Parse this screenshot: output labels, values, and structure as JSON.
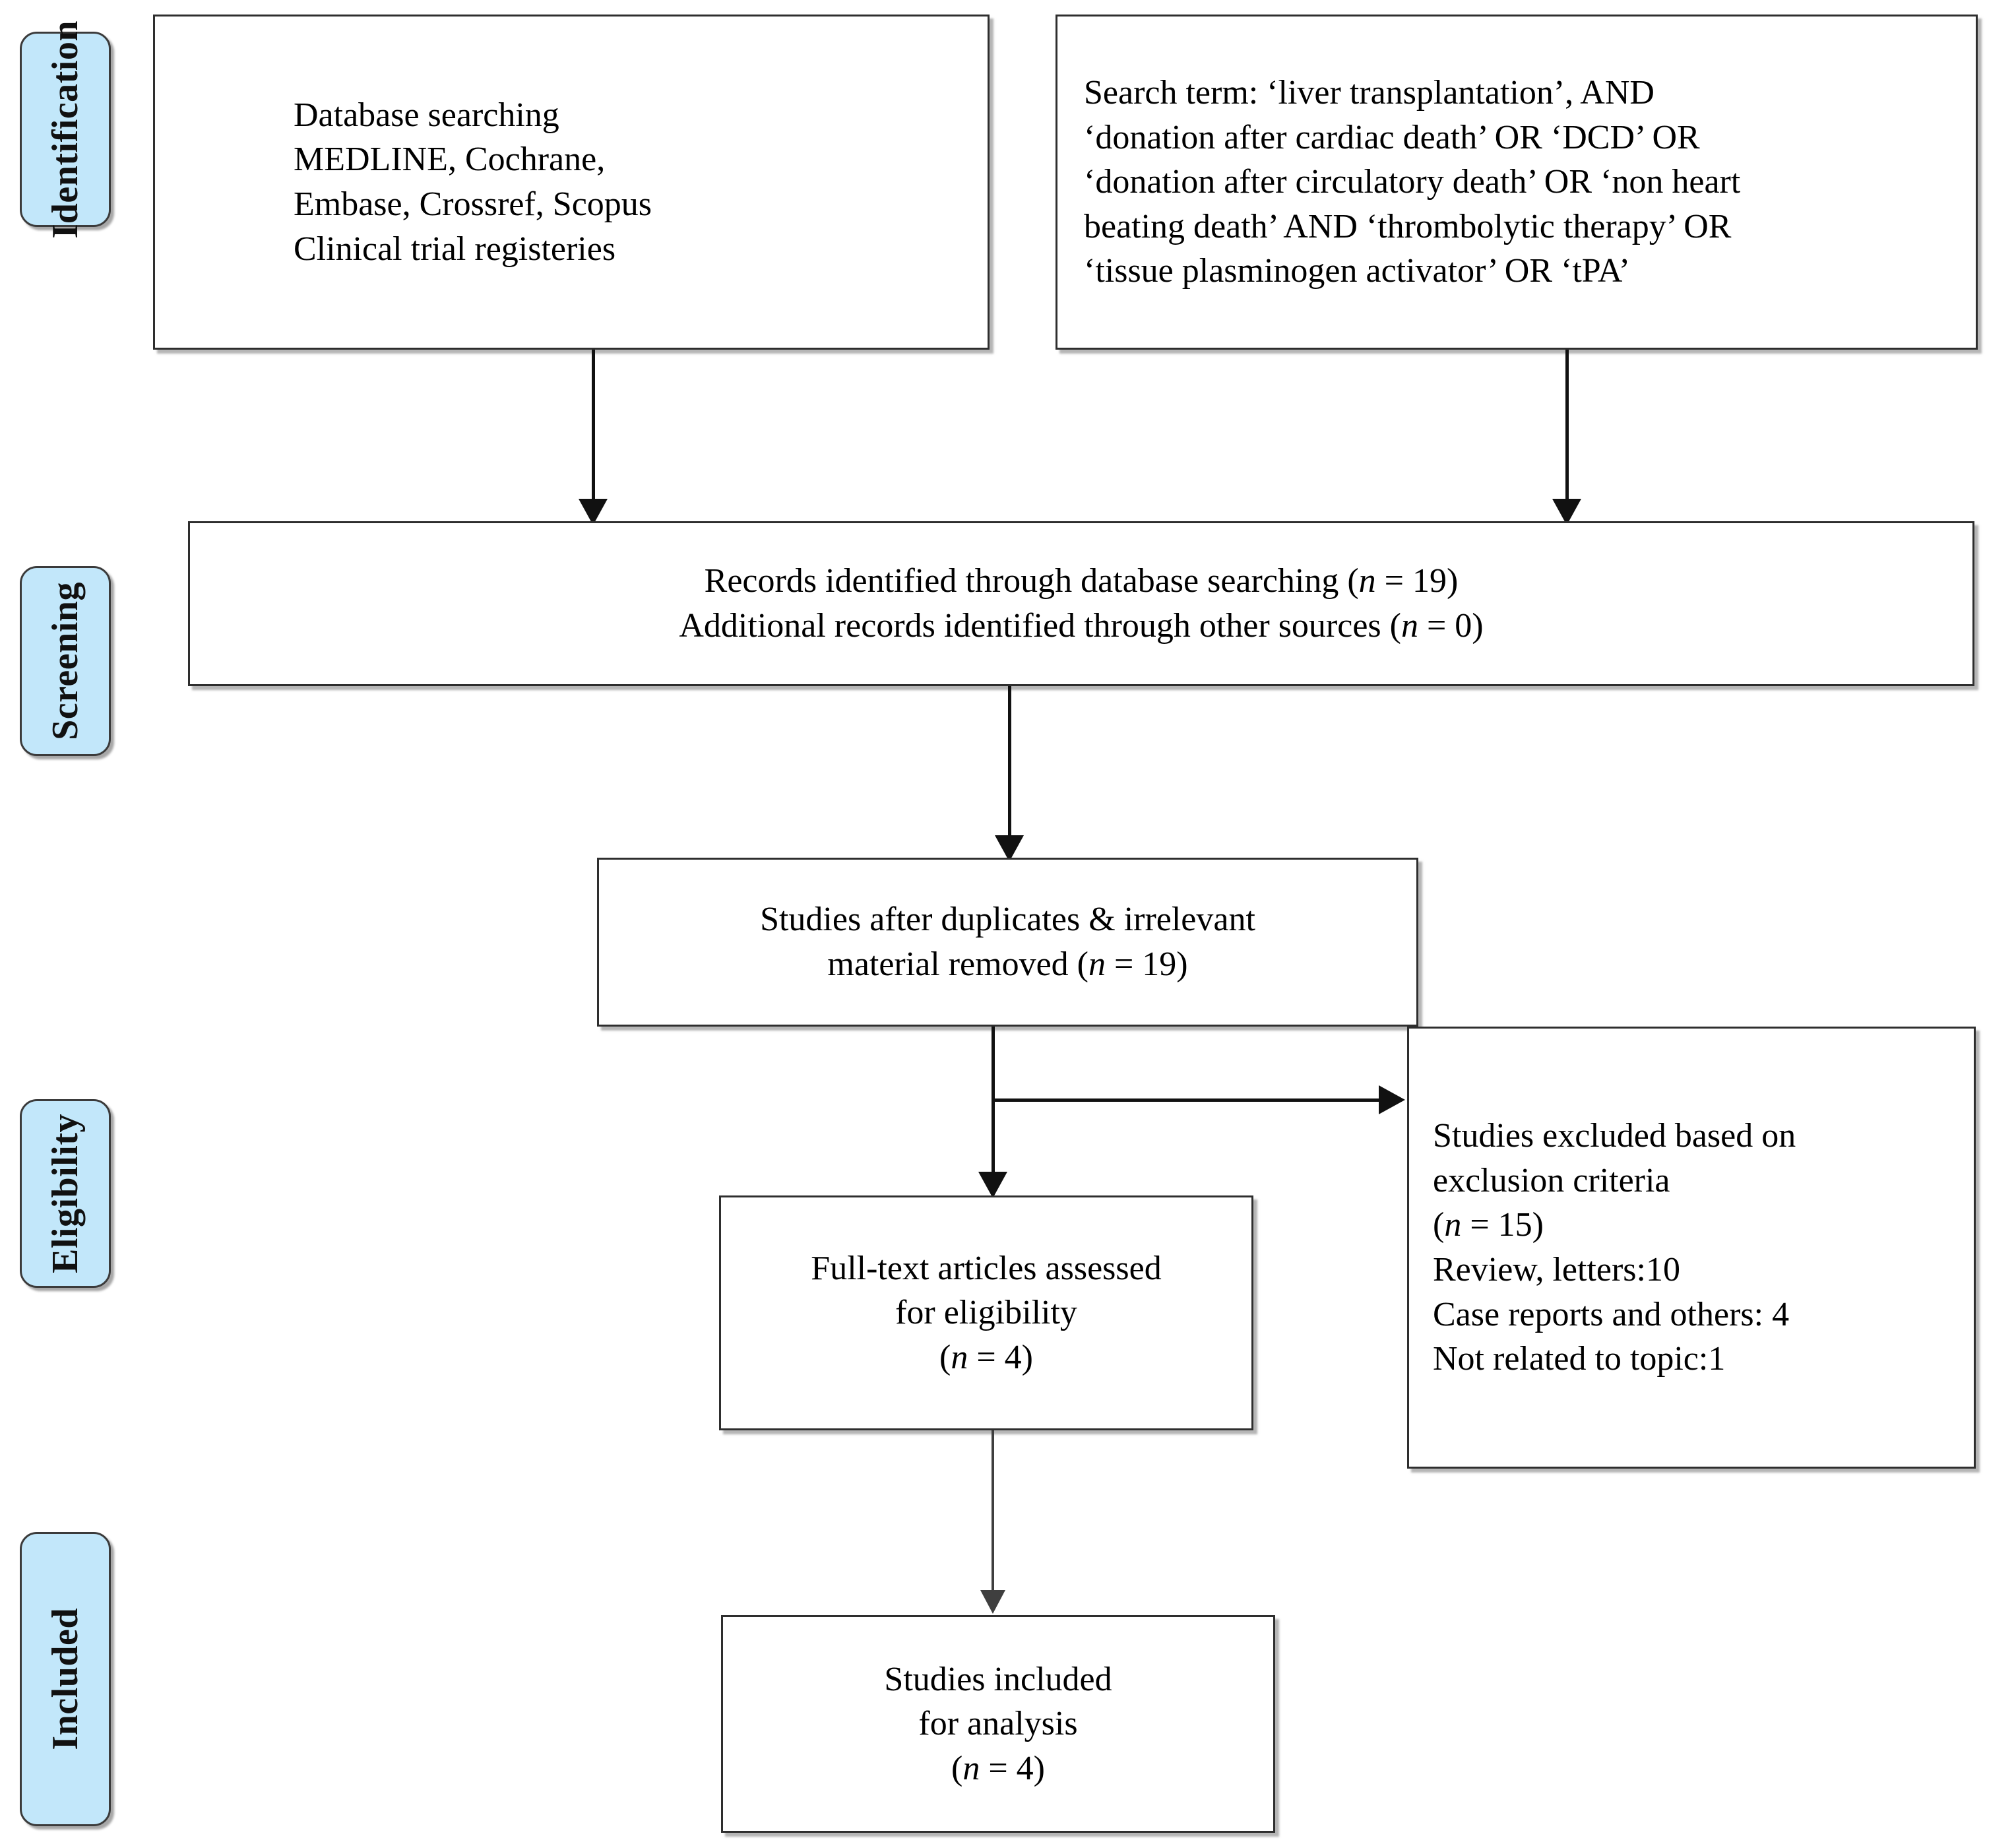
{
  "diagram": {
    "type": "prisma-flow-diagram",
    "title": "PRISMA study selection flow diagram",
    "accent_color": "#c2e7fa",
    "border_color": "#2e2e2e",
    "background_color": "#ffffff"
  },
  "stages": [
    {
      "id": "identification",
      "label": "Identification"
    },
    {
      "id": "screening",
      "label": "Screening"
    },
    {
      "id": "eligibility",
      "label": "Eligibility"
    },
    {
      "id": "included",
      "label": "Included"
    }
  ],
  "boxes": {
    "databases": {
      "lines": [
        "Database searching",
        "MEDLINE, Cochrane,",
        "Embase, Crossref, Scopus",
        "Clinical trial registeries"
      ]
    },
    "search_terms": {
      "lines": [
        "Search term: ‘liver transplantation’, AND",
        "‘donation after cardiac death’ OR ‘DCD’ OR",
        "‘donation after circulatory death’ OR ‘non heart",
        "beating death’ AND ‘thrombolytic therapy’ OR",
        "‘tissue plasminogen activator’ OR ‘tPA’"
      ]
    },
    "records_identified": {
      "line1_pre": "Records identified through database searching (",
      "line1_n": "n",
      "line1_post": " = 19)",
      "line2_pre": "Additional records identified through other sources (",
      "line2_n": "n",
      "line2_post": " = 0)"
    },
    "after_duplicates": {
      "line1": "Studies after duplicates & irrelevant",
      "line2_pre": "material removed (",
      "line2_n": "n",
      "line2_post": " = 19)"
    },
    "excluded": {
      "line1": "Studies excluded based on",
      "line2": "exclusion criteria",
      "line3_pre": "(",
      "line3_n": "n",
      "line3_post": " = 15)",
      "line4": "Review, letters:10",
      "line5": "Case reports and others: 4",
      "line6": "Not related to topic:1"
    },
    "full_text": {
      "line1": "Full-text articles assessed",
      "line2": "for eligibility",
      "line3_pre": "(",
      "line3_n": "n",
      "line3_post": " = 4)"
    },
    "included_studies": {
      "line1": "Studies included",
      "line2": "for analysis",
      "line3_pre": "(",
      "line3_n": "n",
      "line3_post": " = 4)"
    }
  },
  "counts": {
    "records_database": 19,
    "records_other": 0,
    "after_duplicates": 19,
    "excluded_total": 15,
    "excluded_review_letters": 10,
    "excluded_case_reports_others": 4,
    "excluded_not_related": 1,
    "full_text_assessed": 4,
    "included_for_analysis": 4
  }
}
